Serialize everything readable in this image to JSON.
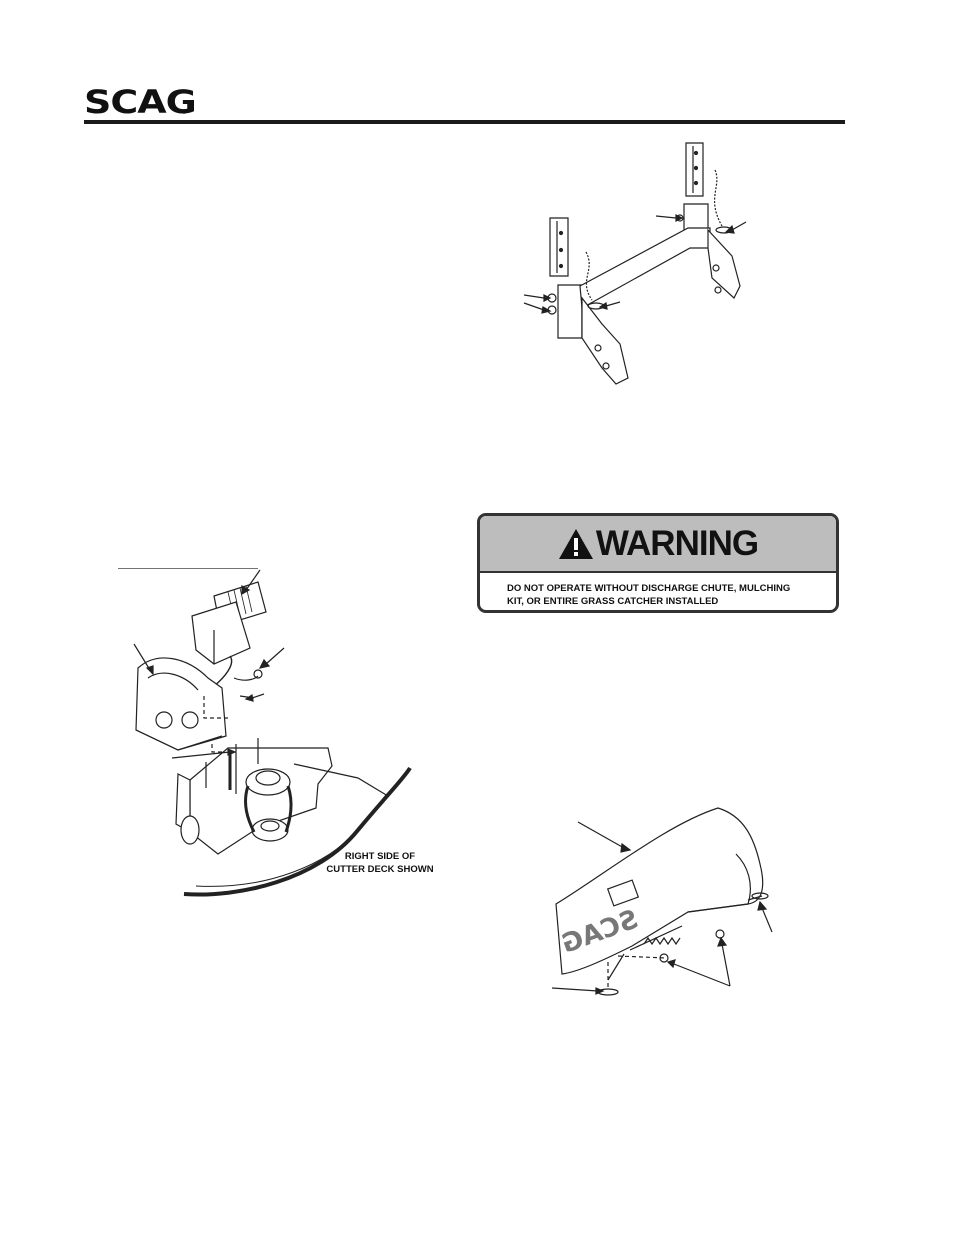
{
  "header": {
    "logo_text": "SCAG",
    "logo_mark": "®"
  },
  "figures": {
    "chute_install": {
      "caption_line1": "RIGHT SIDE OF",
      "caption_line2": "CUTTER DECK SHOWN"
    },
    "chute_part": {
      "decal_text": "SCAG"
    }
  },
  "warning": {
    "icon": "warning-triangle-icon",
    "title": "WARNING",
    "message_line1": "DO NOT OPERATE WITHOUT DISCHARGE CHUTE, MULCHING",
    "message_line2": "KIT, OR ENTIRE GRASS CATCHER INSTALLED",
    "header_color": "#bdbdbd"
  }
}
